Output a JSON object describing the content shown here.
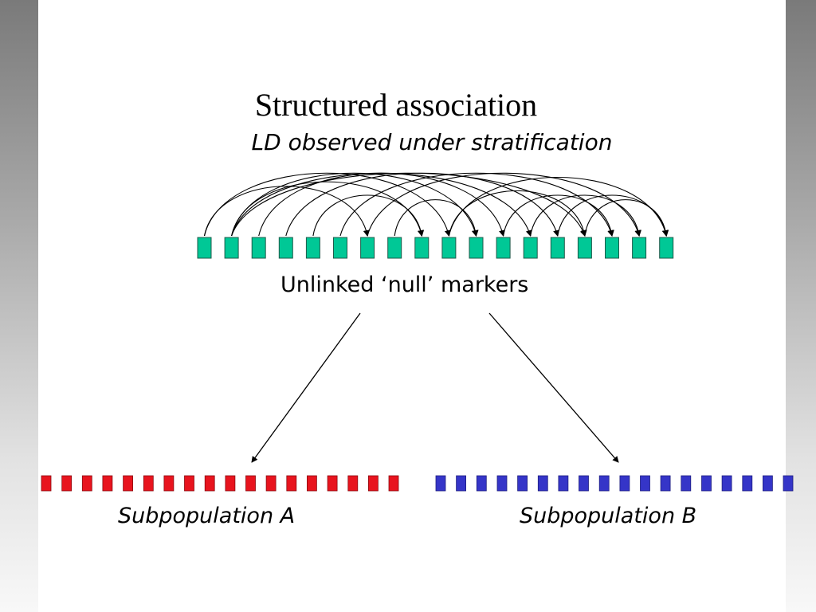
{
  "slide": {
    "title": "Structured association",
    "subtitle": "LD observed under stratification",
    "null_markers_label": "Unlinked ‘null’ markers",
    "subpopulation_a_label": "Subpopulation A",
    "subpopulation_b_label": "Subpopulation B"
  },
  "diagram": {
    "null_marker_count": 18,
    "subpop_a_marker_count": 18,
    "subpop_b_marker_count": 18,
    "colors": {
      "null_marker": "#00c896",
      "subpop_a_marker": "#e8141e",
      "subpop_b_marker": "#3535c8",
      "arcs": "#000000"
    },
    "ld_arcs": [
      [
        1,
        8
      ],
      [
        1,
        10
      ],
      [
        1,
        12
      ],
      [
        1,
        14
      ],
      [
        0,
        6
      ],
      [
        0,
        9
      ],
      [
        2,
        11
      ],
      [
        3,
        13
      ],
      [
        4,
        8
      ],
      [
        5,
        15
      ],
      [
        6,
        16
      ],
      [
        7,
        10
      ],
      [
        9,
        14
      ],
      [
        9,
        17
      ],
      [
        11,
        15
      ],
      [
        12,
        16
      ],
      [
        13,
        17
      ],
      [
        14,
        17
      ]
    ]
  }
}
